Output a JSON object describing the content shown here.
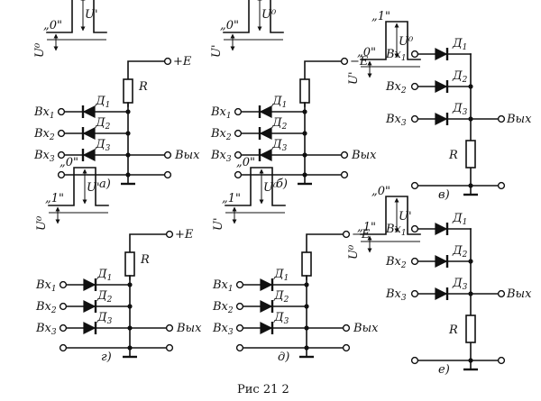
{
  "figure_caption": "Рис 21 2",
  "circuits": [
    {
      "id": "a",
      "caption": "а)",
      "supply": "+E",
      "output": "Вых",
      "resistor": "R",
      "inputs": [
        [
          "Вх",
          "1"
        ],
        [
          "Вх",
          "2"
        ],
        [
          "Вх",
          "3"
        ]
      ],
      "diodes": [
        [
          "Д",
          "1"
        ],
        [
          "Д",
          "2"
        ],
        [
          "Д",
          "3"
        ]
      ],
      "pulse": {
        "top_label": "„1\"",
        "bottom_label": "„0\"",
        "amp_label": "U'",
        "base_label": "U⁰"
      }
    },
    {
      "id": "b",
      "caption": "б)",
      "supply": "−E",
      "output": "Вых",
      "inputs": [
        [
          "Вх",
          "1"
        ],
        [
          "Вх",
          "2"
        ],
        [
          "Вх",
          "3"
        ]
      ],
      "diodes": [
        [
          "Д",
          "1"
        ],
        [
          "Д",
          "2"
        ],
        [
          "Д",
          "3"
        ]
      ],
      "pulse": {
        "top_label": "„1\"",
        "bottom_label": "„0\"",
        "amp_label": "U⁰",
        "base_label": "U'"
      }
    },
    {
      "id": "v",
      "caption": "в)",
      "output": "Вых",
      "resistor": "R",
      "inputs": [
        [
          "Вх",
          "1"
        ],
        [
          "Вх",
          "2"
        ],
        [
          "Вх",
          "3"
        ]
      ],
      "diodes": [
        [
          "Д",
          "1"
        ],
        [
          "Д",
          "2"
        ],
        [
          "Д",
          "3"
        ]
      ],
      "pulse": {
        "top_label": "„1\"",
        "bottom_label": "„0\"",
        "amp_label": "U⁰",
        "base_label": "U'"
      }
    },
    {
      "id": "g",
      "caption": "г)",
      "supply": "+E",
      "output": "Вых",
      "resistor": "R",
      "inputs": [
        [
          "Вх",
          "1"
        ],
        [
          "Вх",
          "2"
        ],
        [
          "Вх",
          "3"
        ]
      ],
      "diodes": [
        [
          "Д",
          "1"
        ],
        [
          "Д",
          "2"
        ],
        [
          "Д",
          "3"
        ]
      ],
      "pulse": {
        "top_label": "„0\"",
        "bottom_label": "„1\"",
        "amp_label": "U'",
        "base_label": "U⁰"
      }
    },
    {
      "id": "d",
      "caption": "д)",
      "supply": "−E",
      "output": "Вых",
      "inputs": [
        [
          "Вх",
          "1"
        ],
        [
          "Вх",
          "2"
        ],
        [
          "Вх",
          "3"
        ]
      ],
      "diodes": [
        [
          "Д",
          "1"
        ],
        [
          "Д",
          "2"
        ],
        [
          "Д",
          "3"
        ]
      ],
      "pulse": {
        "top_label": "„0\"",
        "bottom_label": "„1\"",
        "amp_label": "U⁰",
        "base_label": "U'"
      }
    },
    {
      "id": "e",
      "caption": "е)",
      "output": "Вых",
      "resistor": "R",
      "inputs": [
        [
          "Вх",
          "1"
        ],
        [
          "Вх",
          "2"
        ],
        [
          "Вх",
          "3"
        ]
      ],
      "diodes": [
        [
          "Д",
          "1"
        ],
        [
          "Д",
          "2"
        ],
        [
          "Д",
          "3"
        ]
      ],
      "pulse": {
        "top_label": "„0\"",
        "bottom_label": "„1\"",
        "amp_label": "U'",
        "base_label": "U⁰"
      }
    }
  ]
}
